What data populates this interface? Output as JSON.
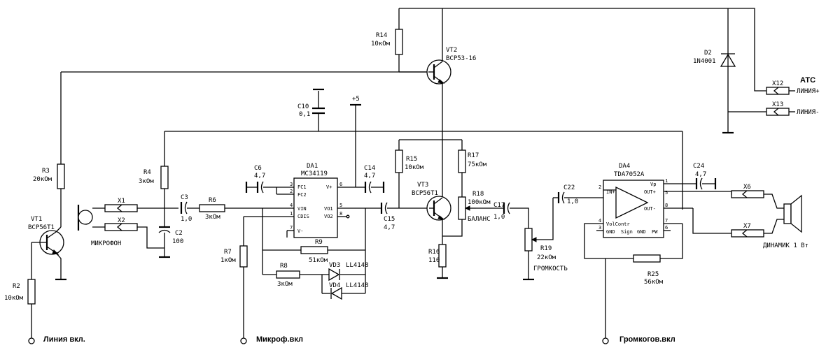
{
  "components": {
    "R2": {
      "ref": "R2",
      "val": "10кОм"
    },
    "R3": {
      "ref": "R3",
      "val": "20кОм"
    },
    "R4": {
      "ref": "R4",
      "val": "3кОм"
    },
    "R6": {
      "ref": "R6",
      "val": "3кОм"
    },
    "R7": {
      "ref": "R7",
      "val": "1кОм"
    },
    "R8": {
      "ref": "R8",
      "val": "3кОм"
    },
    "R9": {
      "ref": "R9",
      "val": "51кОм"
    },
    "R14": {
      "ref": "R14",
      "val": "10кОм"
    },
    "R15": {
      "ref": "R15",
      "val": "10кОм"
    },
    "R16": {
      "ref": "R16",
      "val": "110"
    },
    "R17": {
      "ref": "R17",
      "val": "75кОм"
    },
    "R18": {
      "ref": "R18",
      "val": "100кОм",
      "note": "БАЛАНС"
    },
    "R19": {
      "ref": "R19",
      "val": "22кОм",
      "note": "ГРОМКОСТЬ"
    },
    "R25": {
      "ref": "R25",
      "val": "56кОм"
    },
    "C2": {
      "ref": "C2",
      "val": "100"
    },
    "C3": {
      "ref": "C3",
      "val": "1,0"
    },
    "C6": {
      "ref": "C6",
      "val": "4,7"
    },
    "C10": {
      "ref": "C10",
      "val": "0,1"
    },
    "C14": {
      "ref": "C14",
      "val": "4,7"
    },
    "C15": {
      "ref": "C15",
      "val": "4,7"
    },
    "C17": {
      "ref": "C17",
      "val": "1,0"
    },
    "C22": {
      "ref": "C22",
      "val": "1,0"
    },
    "C24": {
      "ref": "C24",
      "val": "4,7"
    },
    "VT1": {
      "ref": "VT1",
      "val": "BCP56T1"
    },
    "VT2": {
      "ref": "VT2",
      "val": "BCP53-16"
    },
    "VT3": {
      "ref": "VT3",
      "val": "BCP56T1"
    },
    "D2": {
      "ref": "D2",
      "val": "1N4001"
    },
    "VD3": {
      "ref": "VD3",
      "val": "LL4148"
    },
    "VD4": {
      "ref": "VD4",
      "val": "LL4148"
    },
    "DA1": {
      "ref": "DA1",
      "val": "MC34119",
      "pins": {
        "fc1": "FC1",
        "fc2": "FC2",
        "vin": "VIN",
        "cdis": "CDIS",
        "vminus": "V-",
        "vplus": "V+",
        "vo1": "VO1",
        "vo2": "VO2",
        "n3": "3",
        "n2": "2",
        "n4": "4",
        "n1": "1",
        "n7": "7",
        "n6": "6",
        "n5": "5",
        "n8": "8"
      }
    },
    "DA4": {
      "ref": "DA4",
      "val": "TDA7052A",
      "pins": {
        "inp": "IN+",
        "outp": "OUT+",
        "outm": "OUT-",
        "vp": "Vp",
        "volc": "VolContr",
        "gnd1": "GND",
        "sign": "Sign",
        "gnd2": "GND",
        "pw": "PW",
        "n2": "2",
        "n1": "1",
        "n5": "5",
        "n8": "8",
        "n4": "4",
        "n3": "3",
        "n7": "7",
        "n6": "6"
      }
    },
    "X1": {
      "ref": "X1"
    },
    "X2": {
      "ref": "X2"
    },
    "X6": {
      "ref": "X6"
    },
    "X7": {
      "ref": "X7"
    },
    "X12": {
      "ref": "X12"
    },
    "X13": {
      "ref": "X13"
    }
  },
  "labels": {
    "plus5": "+5",
    "microphone": "МИКРОФОН",
    "line_plus": "ЛИНИЯ+",
    "line_minus": "ЛИНИЯ-",
    "ats": "АТС",
    "speaker": "ДИНАМИК 1 Вт",
    "line_in": "Линия вкл.",
    "mic_in": "Микроф.вкл",
    "loud_in": "Громкогов.вкл"
  },
  "colors": {
    "ink": "#000000",
    "paper": "#ffffff"
  }
}
